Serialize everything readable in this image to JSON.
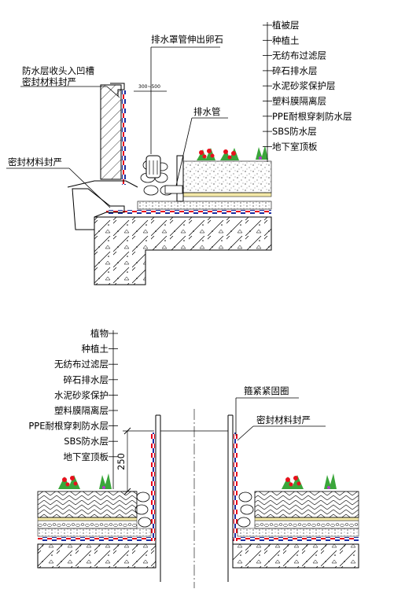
{
  "top": {
    "layers": [
      "植被层",
      "种植土",
      "无纺布过滤层",
      "碎石排水层",
      "水泥砂浆保护层",
      "塑料膜隔离层",
      "PPE耐根穿刺防水层",
      "SBS防水层",
      "地下室顶板"
    ],
    "callouts": {
      "drain_sleeve": "排水罩管伸出卵石",
      "flashing_groove": "防水层收头入凹槽",
      "flashing_seal": "密封材料封严",
      "seal_left": "密封材料封严",
      "drain_pipe": "排水管"
    },
    "dim_text": "300~500"
  },
  "bottom": {
    "layers": [
      "植物",
      "种植土",
      "无纺布过滤层",
      "碎石排水层",
      "水泥砂浆保护",
      "塑料膜隔离层",
      "PPE耐根穿刺防水层",
      "SBS防水层",
      "地下室顶板"
    ],
    "callouts": {
      "hoop": "箍紧紧固圈",
      "seal": "密封材料封严"
    },
    "dim_value": "250"
  },
  "colors": {
    "line": "#000000",
    "membrane_red": "#e8001c",
    "membrane_blue": "#1c2ea0",
    "flower": "#e8101c",
    "leaf": "#3aa63a",
    "accent_purple": "#b43cc8"
  }
}
